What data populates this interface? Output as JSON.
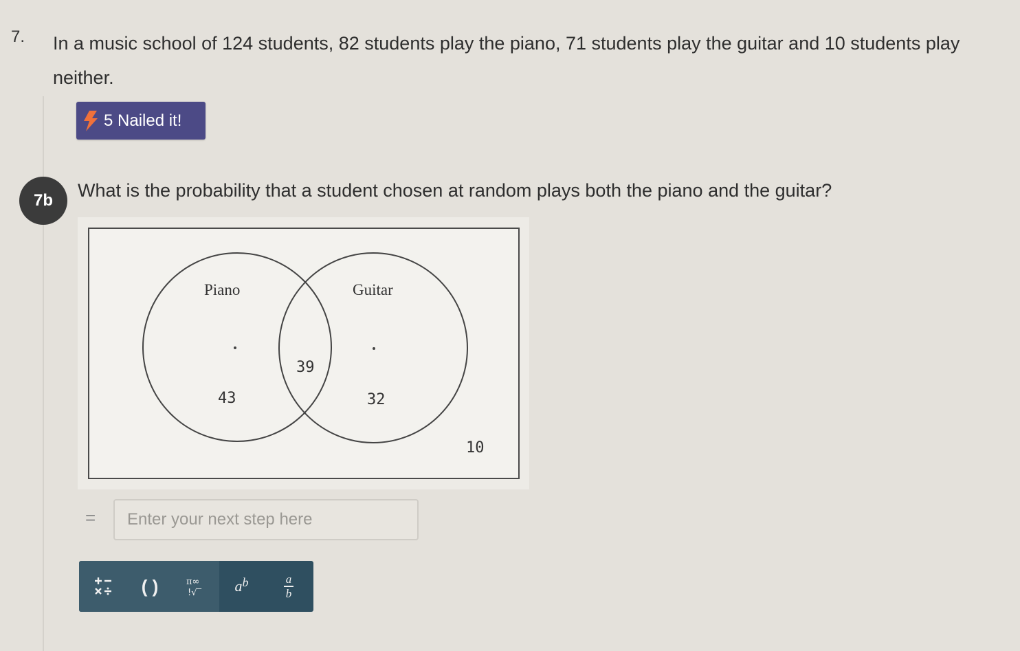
{
  "question": {
    "number": "7.",
    "text": "In a music school of 124 students, 82 students play the piano, 71 students play the guitar and 10 students play neither."
  },
  "badge": {
    "label": "5 Nailed it!",
    "icon": "lightning-bolt-icon",
    "color": "#4c4a86",
    "icon_color": "#f0713a"
  },
  "subquestion": {
    "number": "7b",
    "text": "What is the probability that a student chosen at random plays both the piano and the guitar?"
  },
  "venn": {
    "left_label": "Piano",
    "right_label": "Guitar",
    "piano_only": "43",
    "both": "39",
    "guitar_only": "32",
    "neither": "10"
  },
  "answer": {
    "equals": "=",
    "placeholder": "Enter your next step here",
    "value": ""
  },
  "toolbar": {
    "tools": [
      {
        "name": "operators",
        "icon": "plus-minus-times-divide-icon"
      },
      {
        "name": "parentheses",
        "label": "( )"
      },
      {
        "name": "symbols",
        "icon": "pi-infinity-factorial-root-icon"
      },
      {
        "name": "exponent",
        "label": "a",
        "sup": "b"
      },
      {
        "name": "fraction",
        "numerator": "a",
        "denominator": "b"
      }
    ],
    "color": "#2f4f60"
  }
}
